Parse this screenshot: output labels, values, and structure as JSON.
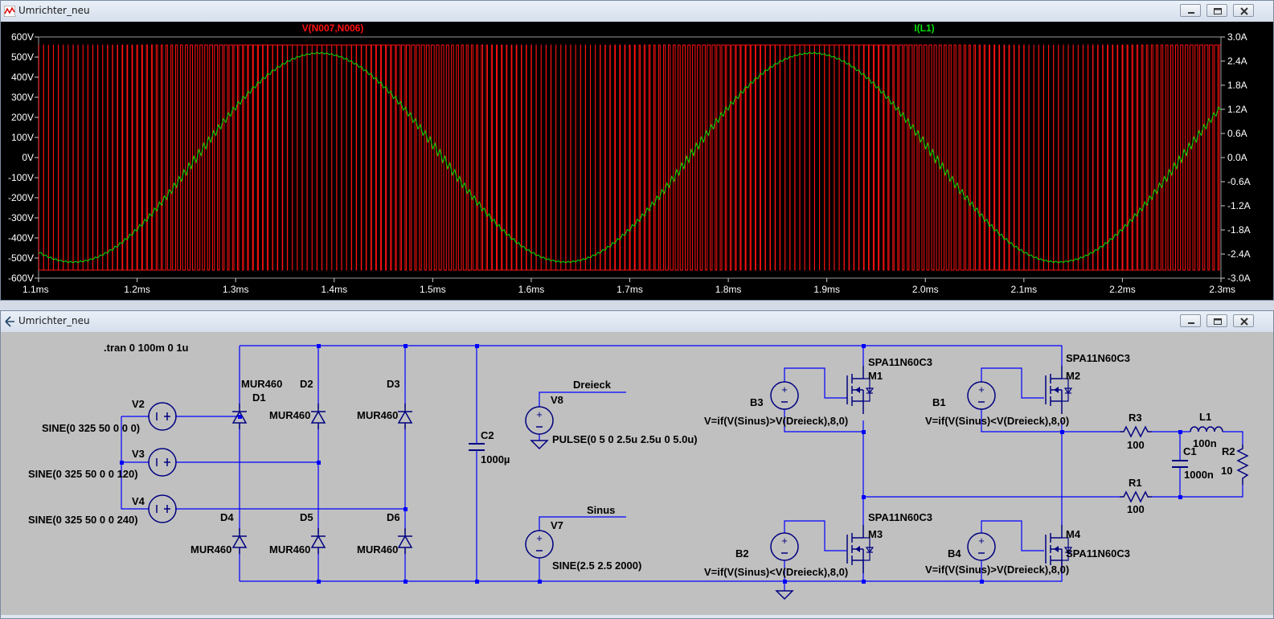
{
  "waveform_window": {
    "title": "Umrichter_neu",
    "trace_voltage": "V(N007,N006)",
    "trace_current": "I(L1)",
    "voltage_color": "#ff1010",
    "current_color": "#00e000"
  },
  "schematic_window": {
    "title": "Umrichter_neu",
    "directive": ".tran 0 100m 0 1u",
    "components": {
      "V2": {
        "name": "V2",
        "value": "SINE(0 325 50 0 0 0)"
      },
      "V3": {
        "name": "V3",
        "value": "SINE(0 325 50 0 0 120)"
      },
      "V4": {
        "name": "V4",
        "value": "SINE(0 325 50 0 0 240)"
      },
      "D1": {
        "name": "D1",
        "model": "MUR460"
      },
      "D2": {
        "name": "D2",
        "model": "MUR460"
      },
      "D3": {
        "name": "D3",
        "model": "MUR460"
      },
      "D4": {
        "name": "D4",
        "model": "MUR460"
      },
      "D5": {
        "name": "D5",
        "model": "MUR460"
      },
      "D6": {
        "name": "D6",
        "model": "MUR460"
      },
      "C2": {
        "name": "C2",
        "value": "1000µ"
      },
      "V8": {
        "name": "V8",
        "value": "PULSE(0 5 0 2.5u 2.5u 0 5.0u)",
        "net": "Dreieck"
      },
      "V7": {
        "name": "V7",
        "value": "SINE(2.5 2.5 2000)",
        "net": "Sinus"
      },
      "B3": {
        "name": "B3",
        "value": "V=if(V(Sinus)>V(Dreieck),8,0)"
      },
      "B1": {
        "name": "B1",
        "value": "V=if(V(Sinus)<V(Dreieck),8,0)"
      },
      "B2": {
        "name": "B2",
        "value": "V=if(V(Sinus)<V(Dreieck),8,0)"
      },
      "B4": {
        "name": "B4",
        "value": "V=if(V(Sinus)>V(Dreieck),8,0)"
      },
      "M1": {
        "name": "M1",
        "model": "SPA11N60C3"
      },
      "M2": {
        "name": "M2",
        "model": "SPA11N60C3"
      },
      "M3": {
        "name": "M3",
        "model": "SPA11N60C3"
      },
      "M4": {
        "name": "M4",
        "model": "SPA11N60C3"
      },
      "R3": {
        "name": "R3",
        "value": "100"
      },
      "R1": {
        "name": "R1",
        "value": "100"
      },
      "R2": {
        "name": "R2",
        "value": "10"
      },
      "L1": {
        "name": "L1",
        "value": "100n"
      },
      "C1": {
        "name": "C1",
        "value": "1000n"
      }
    }
  },
  "chart_data": {
    "type": "line",
    "title": "",
    "xlabel": "",
    "x_ticks": [
      "1.1ms",
      "1.2ms",
      "1.3ms",
      "1.4ms",
      "1.5ms",
      "1.6ms",
      "1.7ms",
      "1.8ms",
      "1.9ms",
      "2.0ms",
      "2.1ms",
      "2.2ms",
      "2.3ms"
    ],
    "xlim_ms": [
      1.1,
      2.3
    ],
    "y_left_ticks": [
      "600V",
      "500V",
      "400V",
      "300V",
      "200V",
      "100V",
      "0V",
      "-100V",
      "-200V",
      "-300V",
      "-400V",
      "-500V",
      "-600V"
    ],
    "ylim_left_V": [
      -600,
      600
    ],
    "y_right_ticks": [
      "3.0A",
      "2.4A",
      "1.8A",
      "1.2A",
      "0.6A",
      "0.0A",
      "-0.6A",
      "-1.2A",
      "-1.8A",
      "-2.4A",
      "-3.0A"
    ],
    "ylim_right_A": [
      -3.0,
      3.0
    ],
    "series": [
      {
        "name": "V(N007,N006)",
        "axis": "left",
        "kind": "pwm",
        "high_V": 560,
        "low_V": -560,
        "carrier_period_us": 5.0,
        "reference": "sine",
        "reference_frequency_Hz": 2000,
        "color": "#ff1010"
      },
      {
        "name": "I(L1)",
        "axis": "right",
        "kind": "sine_with_ripple",
        "amplitude_A": 2.6,
        "frequency_Hz": 2000,
        "phase_peak_ms": 1.385,
        "ripple_A": 0.12,
        "color": "#00e000"
      }
    ]
  }
}
